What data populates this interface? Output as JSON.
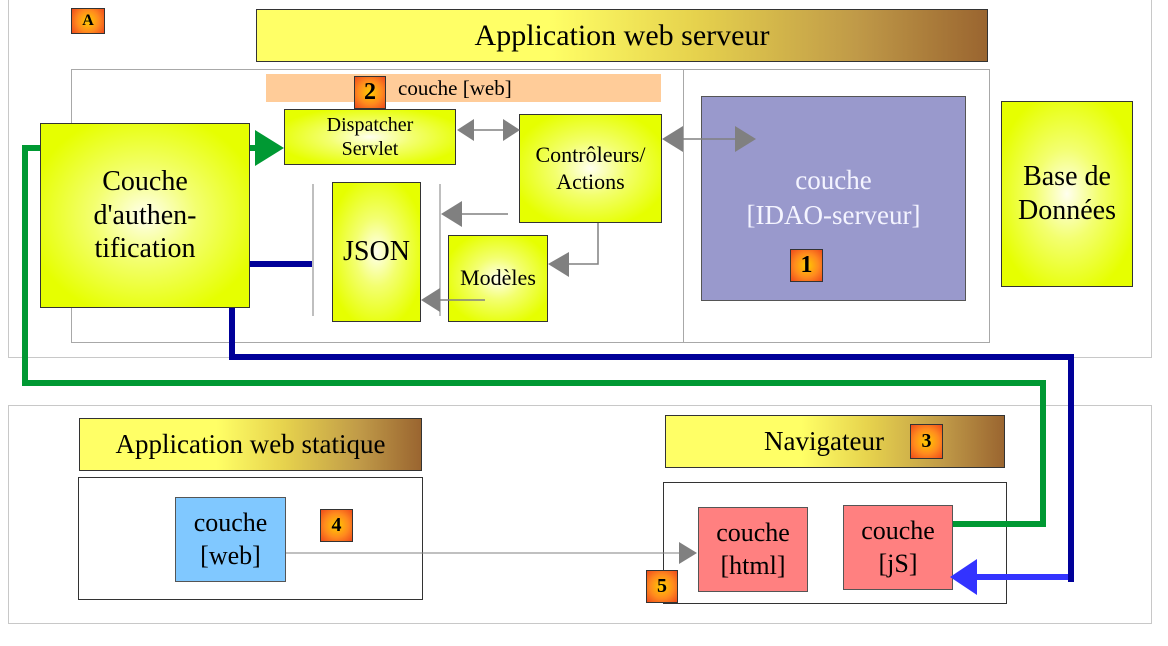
{
  "server_app": {
    "badge": "A",
    "title": "Application web serveur",
    "web_layer": {
      "badge": "2",
      "label": "couche [web]"
    },
    "dispatcher": "Dispatcher\nServlet",
    "controllers": "Contrôleurs/\nActions",
    "json": "JSON",
    "models": "Modèles",
    "auth_layer": "Couche\nd'authen-\ntification",
    "idao": {
      "label": "couche\n[IDAO-serveur]",
      "badge": "1"
    },
    "database": "Base de\nDonnées"
  },
  "static_app": {
    "title": "Application web statique",
    "web_layer": "couche\n[web]",
    "badge": "4"
  },
  "browser": {
    "title": "Navigateur",
    "badge": "3",
    "html_layer": "couche\n[html]",
    "js_layer": "couche\n[jS]",
    "entry_badge": "5"
  },
  "colors": {
    "green_link": "#009933",
    "navy_link": "#000099",
    "blue_arrow": "#3333ff",
    "grey_arrow": "#808080",
    "idao_fill": "#9999cc",
    "static_web_fill": "#80c8ff",
    "browser_layer_fill": "#ff8080",
    "web_band_fill": "#ffcc99"
  }
}
